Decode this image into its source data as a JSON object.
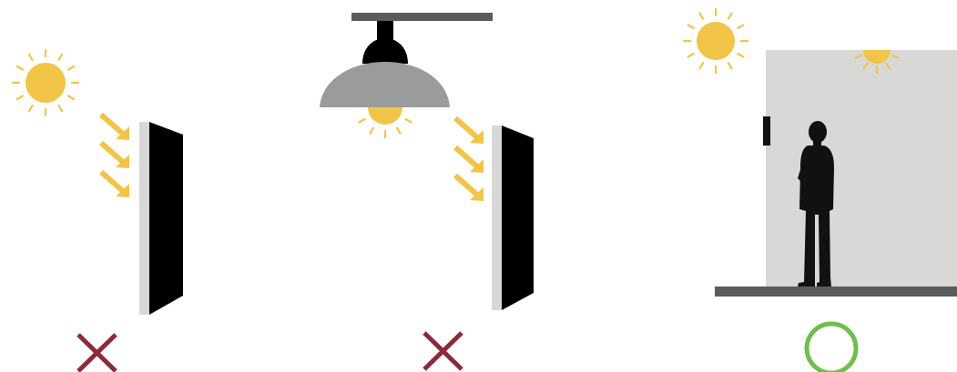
{
  "colors": {
    "background": "#ffffff",
    "sun": "#f2c447",
    "sun_ray": "#f2c447",
    "arrow": "#f2c447",
    "panel_face": "#000000",
    "panel_edge": "#d7d8d6",
    "lamp_shade": "#9a9c9b",
    "lamp_mount": "#000000",
    "ceiling_bar": "#5a5b5b",
    "wall": "#d8d9d7",
    "floor": "#5a5b5b",
    "person": "#111111",
    "cross_mark": "#8c2a3a",
    "circle_mark": "#6fbf4a"
  },
  "scenes": [
    {
      "id": "direct-sunlight",
      "light_source": "sun",
      "icon": "sun-icon",
      "verdict_icon": "cross-icon",
      "recommended": false
    },
    {
      "id": "ceiling-lamp",
      "light_source": "ceiling-lamp",
      "icon": "lamp-icon",
      "verdict_icon": "cross-icon",
      "recommended": false
    },
    {
      "id": "indoor-wall",
      "light_source": "sun-behind-wall",
      "icon": "sun-icon",
      "verdict_icon": "circle-icon",
      "recommended": true
    }
  ]
}
